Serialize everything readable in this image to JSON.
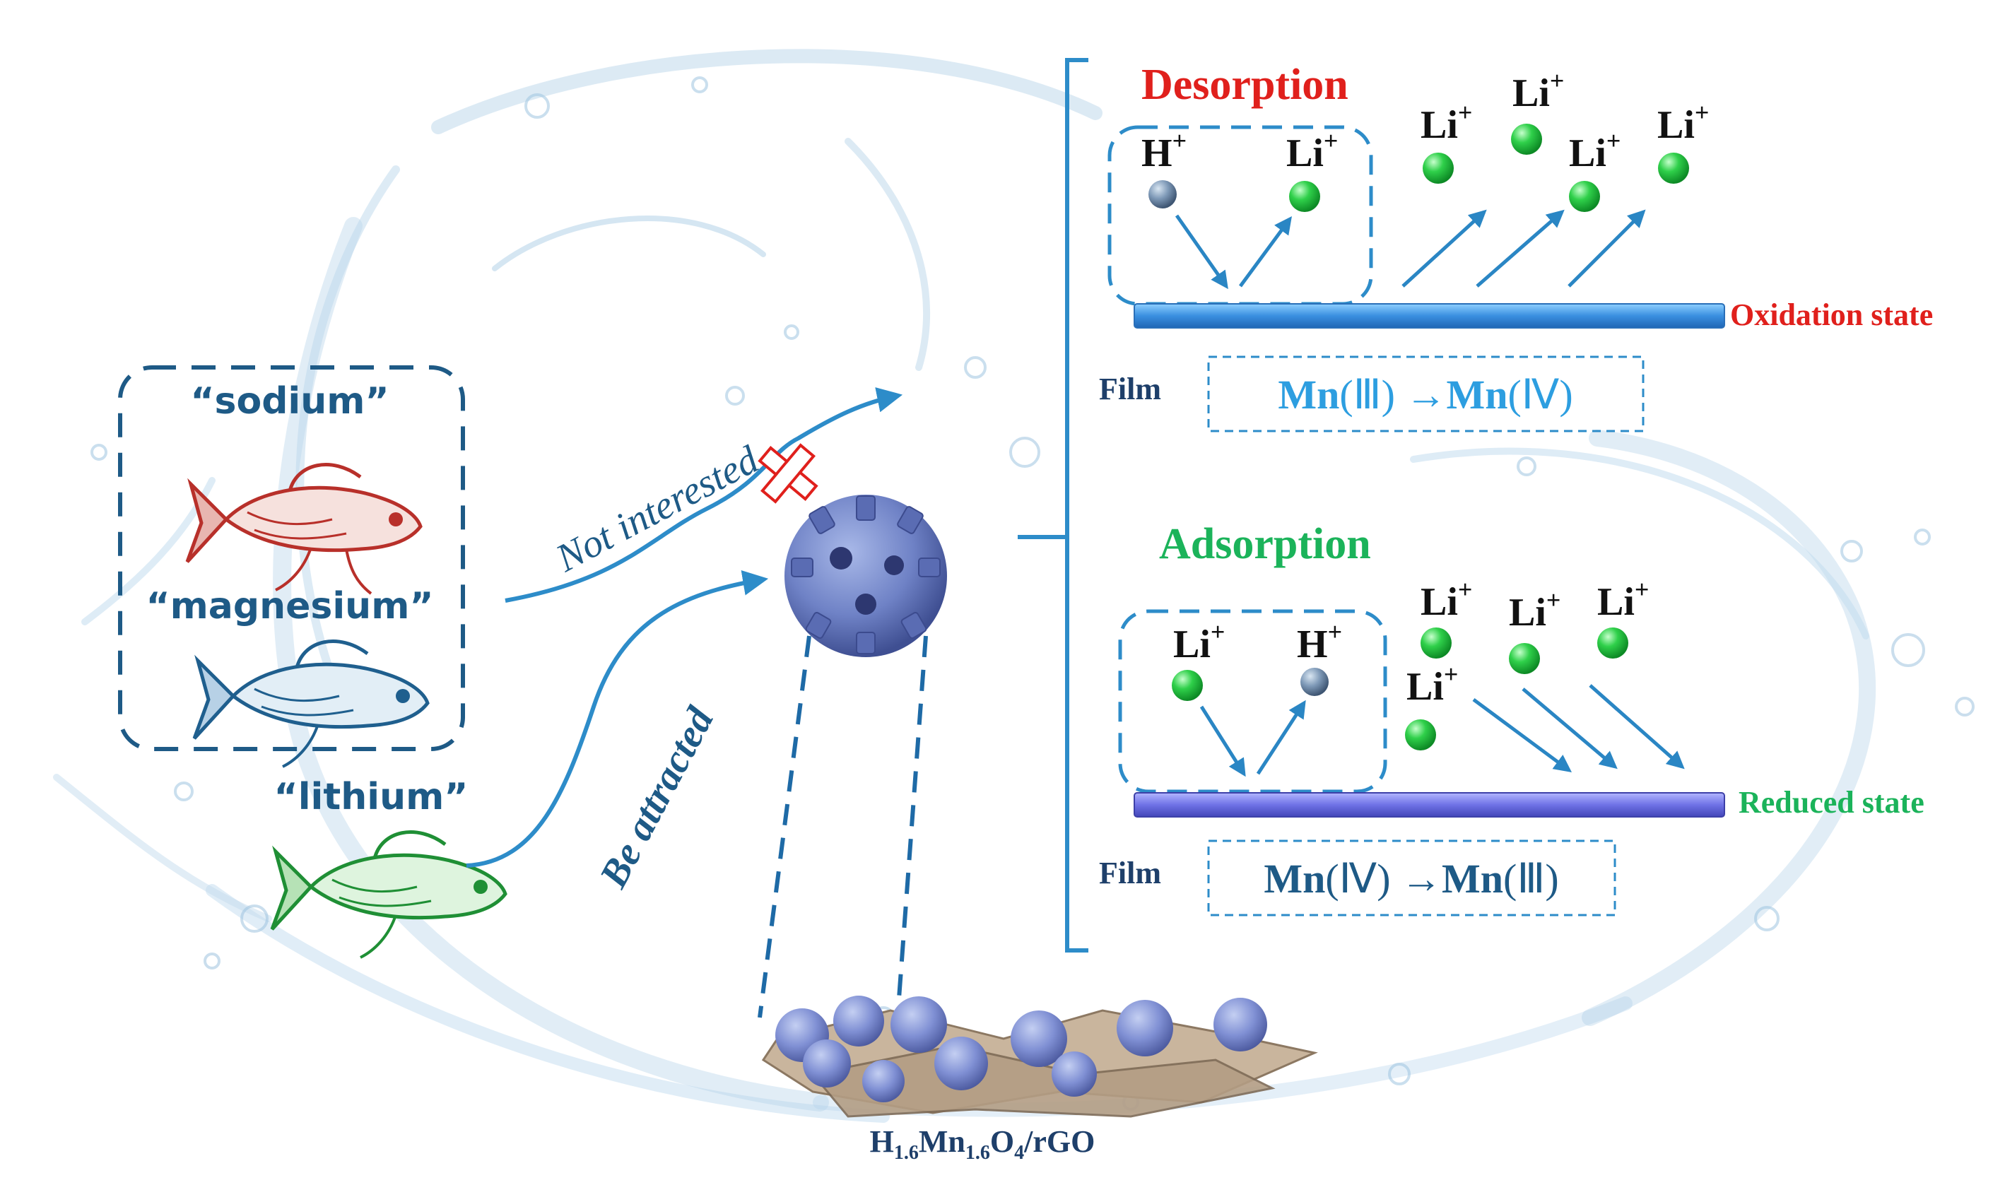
{
  "left_group": {
    "sodium_label": "“sodium”",
    "magnesium_label": "“magnesium”",
    "lithium_label": "“lithium”"
  },
  "arrows": {
    "not_interested": "Not interested",
    "be_attracted": "Be attracted"
  },
  "material_label": {
    "h": "H",
    "h_sub": "1.6",
    "mn": "Mn",
    "mn_sub": "1.6",
    "o": "O",
    "o_sub": "4",
    "rest": "/rGO"
  },
  "desorption": {
    "title": "Desorption",
    "ions": {
      "h": "H",
      "li": "Li",
      "plus": "+"
    },
    "state_label": "Oxidation state",
    "film_label": "Film",
    "reaction": {
      "mn1": "Mn",
      "ox1": "(Ⅲ)",
      "arrow": " →",
      "mn2": "Mn",
      "ox2": "(Ⅳ)"
    }
  },
  "adsorption": {
    "title": "Adsorption",
    "ions": {
      "h": "H",
      "li": "Li",
      "plus": "+"
    },
    "state_label": "Reduced state",
    "film_label": "Film",
    "reaction": {
      "mn1": "Mn",
      "ox1": "(Ⅳ)",
      "arrow": " →",
      "mn2": "Mn",
      "ox2": "(Ⅲ)"
    }
  },
  "colors": {
    "dark_blue": "#1e5a86",
    "arrow_blue": "#2d8cc9",
    "red": "#e0201c",
    "green": "#1bb35a",
    "film_blue": "#3a8fe0",
    "film_violet": "#6f72e6"
  }
}
